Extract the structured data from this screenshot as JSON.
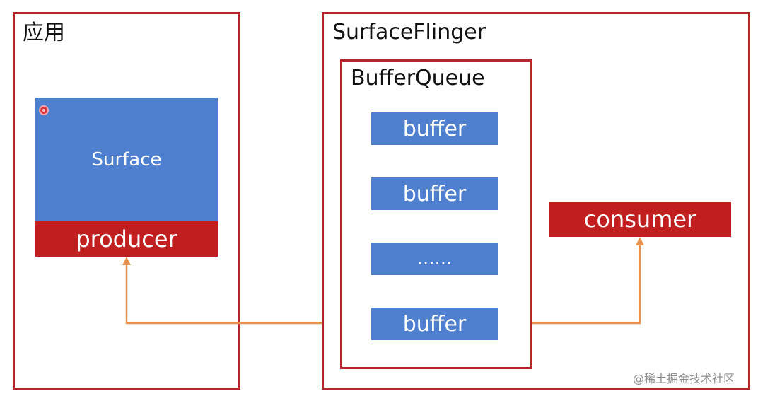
{
  "app_box": {
    "title": "应用"
  },
  "surface": {
    "label": "Surface",
    "producer_label": "producer"
  },
  "surfaceflinger_box": {
    "title": "SurfaceFlinger"
  },
  "bufferqueue": {
    "title": "BufferQueue",
    "items": [
      "buffer",
      "buffer",
      "......",
      "buffer"
    ]
  },
  "consumer": {
    "label": "consumer"
  },
  "colors": {
    "frame_border": "#b5262b",
    "blue_block": "#4f7fcf",
    "red_block": "#c11f1f",
    "arrow": "#e8924d"
  },
  "watermark": "@稀土掘金技术社区"
}
